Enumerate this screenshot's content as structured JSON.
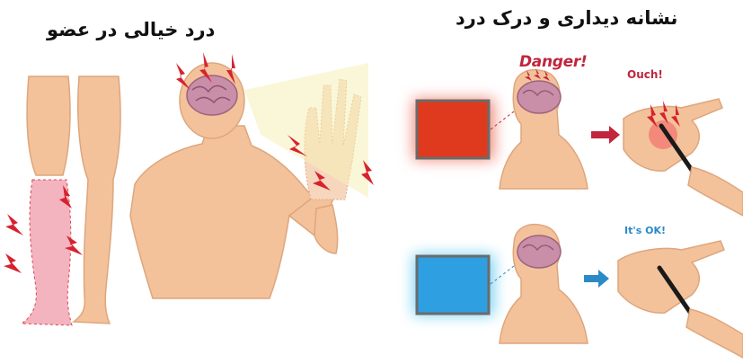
{
  "left_panel": {
    "title": "درد خیالی در عضو"
  },
  "right_panel": {
    "title": "نشانه دیداری و درک درد",
    "top_scene": {
      "brain_label": "Danger!",
      "hand_label": "Ouch!",
      "screen_color": "#e03a1e"
    },
    "bottom_scene": {
      "hand_label": "It's OK!",
      "screen_color": "#2e9fe0"
    }
  },
  "colors": {
    "skin": "#f3c29b",
    "skin_shadow": "#dea67c",
    "pain_red": "#d7232e",
    "brain": "#c98ea8",
    "phantom_pink": "#f2a7b4"
  }
}
